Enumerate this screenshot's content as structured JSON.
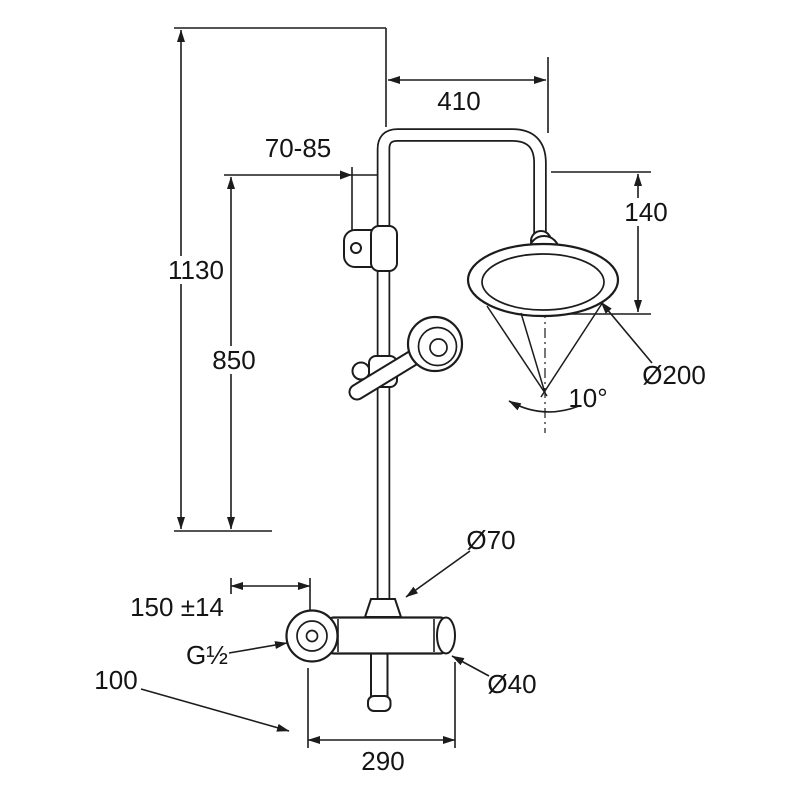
{
  "drawing": {
    "type": "technical-dimension-drawing",
    "subject": "Shower system with thermostatic mixer, overhead shower and hand shower",
    "colors": {
      "line": "#1c1c1c",
      "background": "#ffffff"
    },
    "labels": {
      "arm_length": "410",
      "head_height": "140",
      "wall_bracket_range": "70-85",
      "total_height": "1130",
      "riser_height": "850",
      "head_diameter": "Ø200",
      "spray_angle": "10°",
      "escutcheon_diameter": "Ø70",
      "connection_offset": "150 ±14",
      "thread": "G½",
      "projection": "100",
      "body_diameter": "Ø40",
      "mixer_width": "290"
    }
  }
}
